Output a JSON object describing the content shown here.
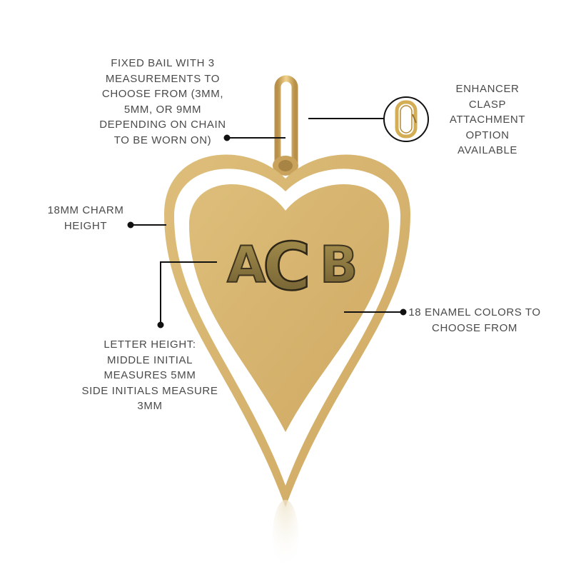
{
  "callouts": {
    "bail": {
      "lines": [
        "FIXED BAIL WITH 3",
        "MEASUREMENTS TO",
        "CHOOSE FROM (3MM,",
        "5MM, OR 9MM",
        "DEPENDING ON CHAIN",
        "TO BE WORN ON)"
      ]
    },
    "clasp": {
      "lines": [
        "ENHANCER",
        "CLASP",
        "ATTACHMENT",
        "OPTION",
        "AVAILABLE"
      ]
    },
    "charm_height": {
      "lines": [
        "18MM CHARM",
        "HEIGHT"
      ]
    },
    "letter_height": {
      "lines": [
        "LETTER HEIGHT:",
        "MIDDLE INITIAL",
        "MEASURES 5MM",
        "SIDE INITIALS MEASURE",
        "3MM"
      ]
    },
    "enamel": {
      "lines": [
        "18 ENAMEL COLORS TO",
        "CHOOSE FROM"
      ]
    }
  },
  "monogram": {
    "left": "A",
    "middle": "C",
    "right": "B"
  },
  "colors": {
    "gold": "#D9B66F",
    "gold_dark": "#B8904A",
    "enamel": "#FFFFFF",
    "monogram": "#8A7440",
    "monogram_dark": "#3E3420",
    "text": "#4A4A4A",
    "leader_line": "#111111"
  },
  "icons": {
    "pendant": "heart-charm-illustration",
    "clasp": "enhancer-clasp-icon"
  }
}
